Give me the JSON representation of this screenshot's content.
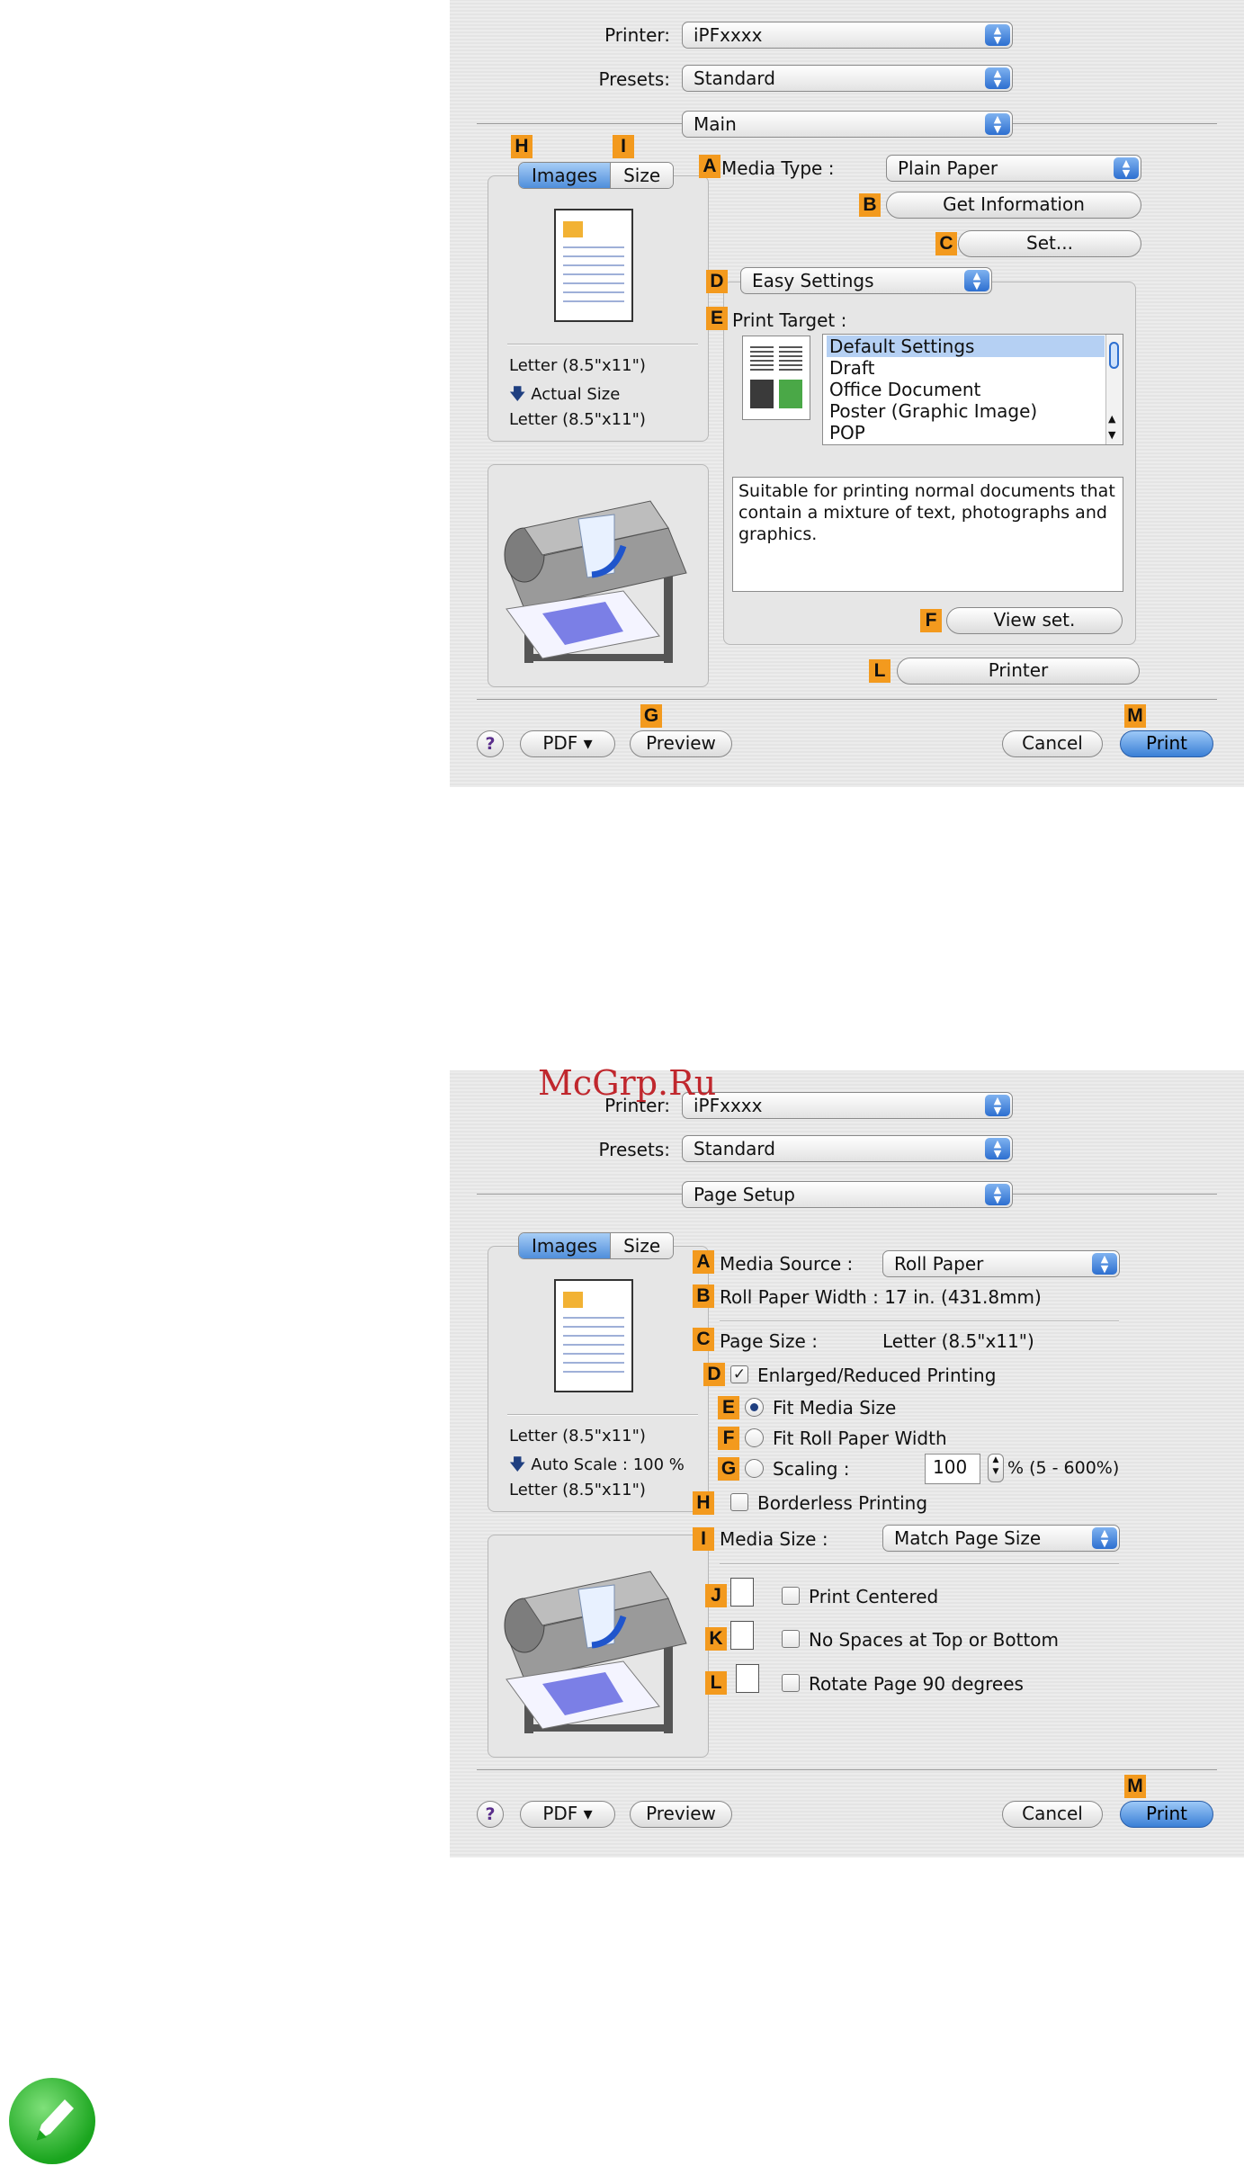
{
  "colors": {
    "tag": "#f39a1e",
    "accent": "#3a7fd6",
    "watermark": "#c0272d"
  },
  "dialog1": {
    "printer_label": "Printer:",
    "printer_value": "iPFxxxx",
    "presets_label": "Presets:",
    "presets_value": "Standard",
    "pane_value": "Main",
    "tabs": [
      "Images",
      "Size"
    ],
    "preview_info": [
      "Letter (8.5\"x11\")",
      "Actual Size",
      "Letter (8.5\"x11\")"
    ],
    "media_type_label": "Media Type :",
    "media_type_value": "Plain Paper",
    "get_info": "Get Information",
    "set": "Set...",
    "easy_settings": "Easy Settings",
    "print_target_label": "Print Target :",
    "print_targets": [
      "Default Settings",
      "Draft",
      "Office Document",
      "Poster (Graphic Image)",
      "POP"
    ],
    "description": "Suitable for printing normal documents that contain a mixture of text, photographs and graphics.",
    "view_set": "View set.",
    "printer_btn": "Printer",
    "help": "?",
    "pdf": "PDF ▾",
    "preview": "Preview",
    "cancel": "Cancel",
    "print": "Print",
    "tags": {
      "A": "A",
      "B": "B",
      "C": "C",
      "D": "D",
      "E": "E",
      "F": "F",
      "G": "G",
      "H": "H",
      "I": "I",
      "L": "L",
      "M": "M"
    }
  },
  "dialog2": {
    "printer_label": "Printer:",
    "printer_value": "iPFxxxx",
    "presets_label": "Presets:",
    "presets_value": "Standard",
    "pane_value": "Page Setup",
    "tabs": [
      "Images",
      "Size"
    ],
    "preview_info": [
      "Letter (8.5\"x11\")",
      "Auto Scale : 100 %",
      "Letter (8.5\"x11\")"
    ],
    "media_source_label": "Media Source :",
    "media_source_value": "Roll Paper",
    "roll_width": "Roll Paper Width : 17 in. (431.8mm)",
    "page_size_label": "Page Size :",
    "page_size_value": "Letter (8.5\"x11\")",
    "enlarged": "Enlarged/Reduced Printing",
    "fit_media": "Fit Media Size",
    "fit_roll": "Fit Roll Paper Width",
    "scaling": "Scaling :",
    "scaling_value": "100",
    "scaling_range": "% (5 - 600%)",
    "borderless": "Borderless Printing",
    "media_size_label": "Media Size :",
    "media_size_value": "Match Page Size",
    "print_centered": "Print Centered",
    "no_spaces": "No Spaces at Top or Bottom",
    "rotate": "Rotate Page 90 degrees",
    "help": "?",
    "pdf": "PDF ▾",
    "preview": "Preview",
    "cancel": "Cancel",
    "print": "Print",
    "tags": {
      "A": "A",
      "B": "B",
      "C": "C",
      "D": "D",
      "E": "E",
      "F": "F",
      "G": "G",
      "H": "H",
      "I": "I",
      "J": "J",
      "K": "K",
      "L": "L",
      "M": "M"
    }
  },
  "watermark": "McGrp.Ru"
}
